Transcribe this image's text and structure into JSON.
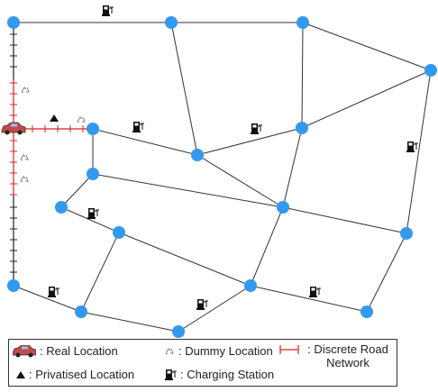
{
  "colors": {
    "node": "#3399ee",
    "edge": "#333333",
    "privatised_route": "#dd2222",
    "public_route": "#222222"
  },
  "legend": {
    "real_location": ": Real Location",
    "dummy_location": ": Dummy Location",
    "discrete_road_network_line1": ": Discrete Road",
    "discrete_road_network_line2": "Network",
    "privatised_location": ": Privatised Location",
    "charging_station": ": Charging Station"
  },
  "icons": {
    "real_location": "car-icon",
    "dummy_location": "dummy-location-icon",
    "privatised_location": "triangle-icon",
    "charging_station": "charging-station-icon"
  }
}
